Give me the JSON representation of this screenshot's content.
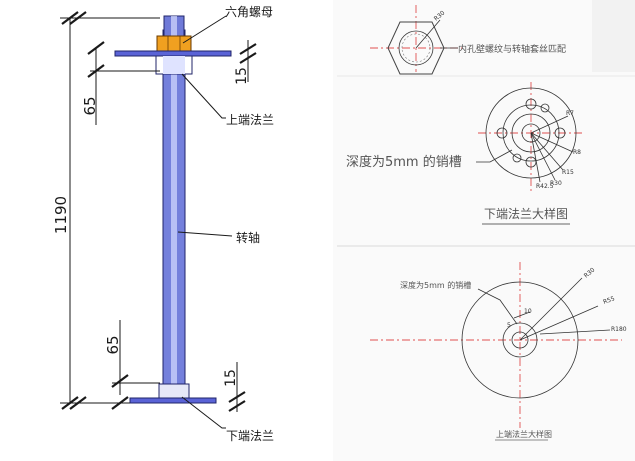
{
  "left_drawing": {
    "labels": {
      "hex_nut": "六角螺母",
      "upper_flange": "上端法兰",
      "shaft": "转轴",
      "lower_flange": "下端法兰"
    },
    "dimensions": {
      "total": "1190",
      "upper_offset": "65",
      "upper_flange_thick": "15",
      "lower_offset": "65",
      "lower_flange_thick": "15"
    },
    "colors": {
      "shaft": "#6f7ad8",
      "nut": "#f0a020",
      "flange": "#5a63d6"
    }
  },
  "nut_detail": {
    "radius_label": "R30",
    "note": "内孔壁螺纹与转轴套丝匹配"
  },
  "lower_flange_detail": {
    "groove_note": "深度为5mm 的销槽",
    "title": "下端法兰大样图",
    "radius_labels": [
      "R7",
      "R8",
      "R15",
      "R30",
      "R42.5"
    ]
  },
  "upper_flange_detail": {
    "groove_note": "深度为5mm 的销槽",
    "dim_10": "10",
    "dim_5": "5",
    "radius_labels": [
      "R30",
      "R55",
      "R180"
    ],
    "title": "上端法兰大样图"
  }
}
